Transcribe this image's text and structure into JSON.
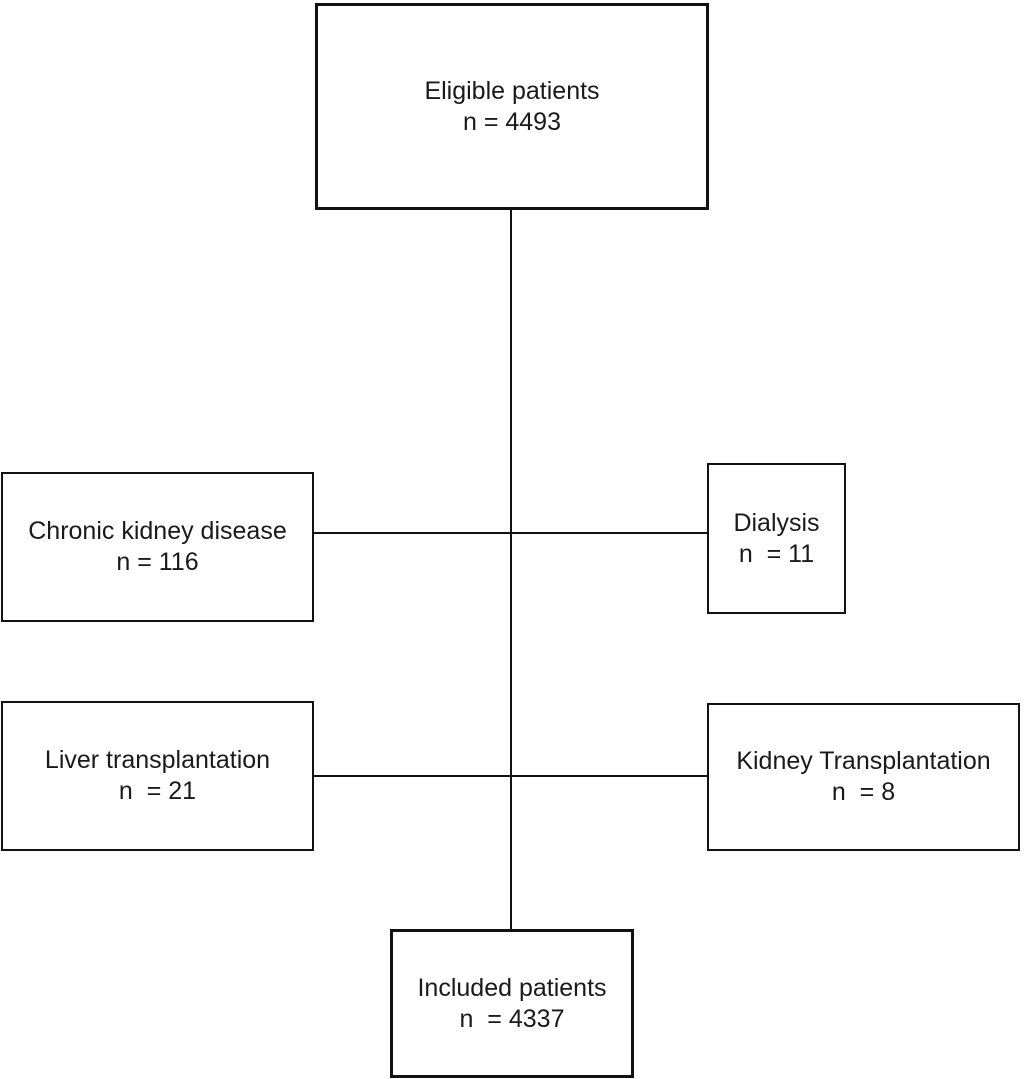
{
  "diagram": {
    "type": "flowchart",
    "background_color": "#ffffff",
    "line_color": "#121212",
    "text_color": "#1a1a1a",
    "nodes": [
      {
        "id": "eligible-patients",
        "label": "Eligible patients",
        "count": "n = 4493"
      },
      {
        "id": "chronic-kidney-disease",
        "label": "Chronic kidney disease",
        "count": "n = 116"
      },
      {
        "id": "dialysis",
        "label": "Dialysis",
        "count": "n  = 11"
      },
      {
        "id": "liver-transplantation",
        "label": "Liver transplantation",
        "count": "n  = 21"
      },
      {
        "id": "kidney-transplantation",
        "label": "Kidney Transplantation",
        "count": "n  = 8"
      },
      {
        "id": "included-patients",
        "label": "Included patients",
        "count": "n  = 4337"
      }
    ],
    "edges": [
      {
        "from": "eligible-patients",
        "to": "included-patients",
        "orientation": "vertical"
      },
      {
        "from": "chronic-kidney-disease",
        "to": "dialysis",
        "orientation": "horizontal"
      },
      {
        "from": "liver-transplantation",
        "to": "kidney-transplantation",
        "orientation": "horizontal"
      }
    ]
  }
}
